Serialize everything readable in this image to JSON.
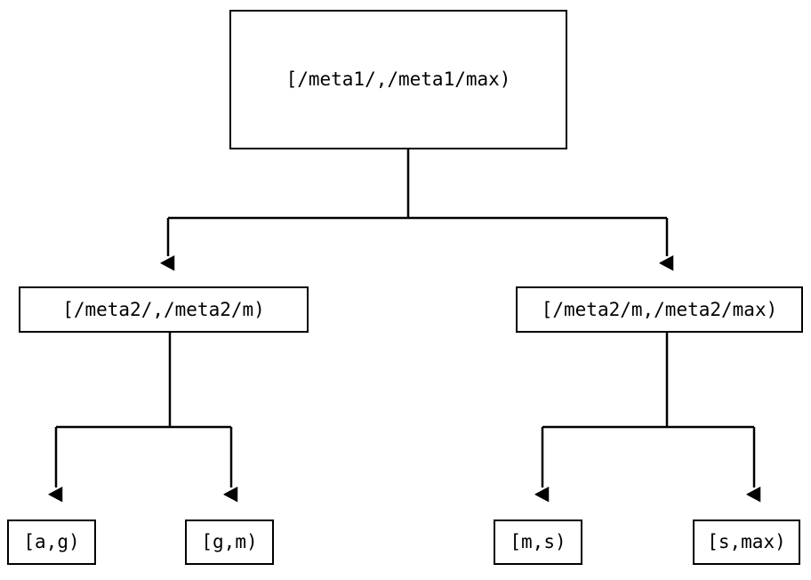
{
  "diagram": {
    "type": "tree",
    "title": "",
    "orientation": "top-down",
    "edge_style": "orthogonal",
    "arrowhead": "filled-triangle",
    "colors": {
      "stroke": "#000000",
      "fill": "#ffffff",
      "text": "#000000"
    },
    "nodes": {
      "root": {
        "label": "[/meta1/,/meta1/max)",
        "level": 0
      },
      "meta2_lo": {
        "label": "[/meta2/,/meta2/m)",
        "level": 1
      },
      "meta2_hi": {
        "label": "[/meta2/m,/meta2/max)",
        "level": 1
      },
      "leaf_ag": {
        "label": "[a,g)",
        "level": 2
      },
      "leaf_gm": {
        "label": "[g,m)",
        "level": 2
      },
      "leaf_ms": {
        "label": "[m,s)",
        "level": 2
      },
      "leaf_smax": {
        "label": "[s,max)",
        "level": 2
      }
    },
    "edges": [
      {
        "from": "root",
        "to": "meta2_lo"
      },
      {
        "from": "root",
        "to": "meta2_hi"
      },
      {
        "from": "meta2_lo",
        "to": "leaf_ag"
      },
      {
        "from": "meta2_lo",
        "to": "leaf_gm"
      },
      {
        "from": "meta2_hi",
        "to": "leaf_ms"
      },
      {
        "from": "meta2_hi",
        "to": "leaf_smax"
      }
    ]
  }
}
